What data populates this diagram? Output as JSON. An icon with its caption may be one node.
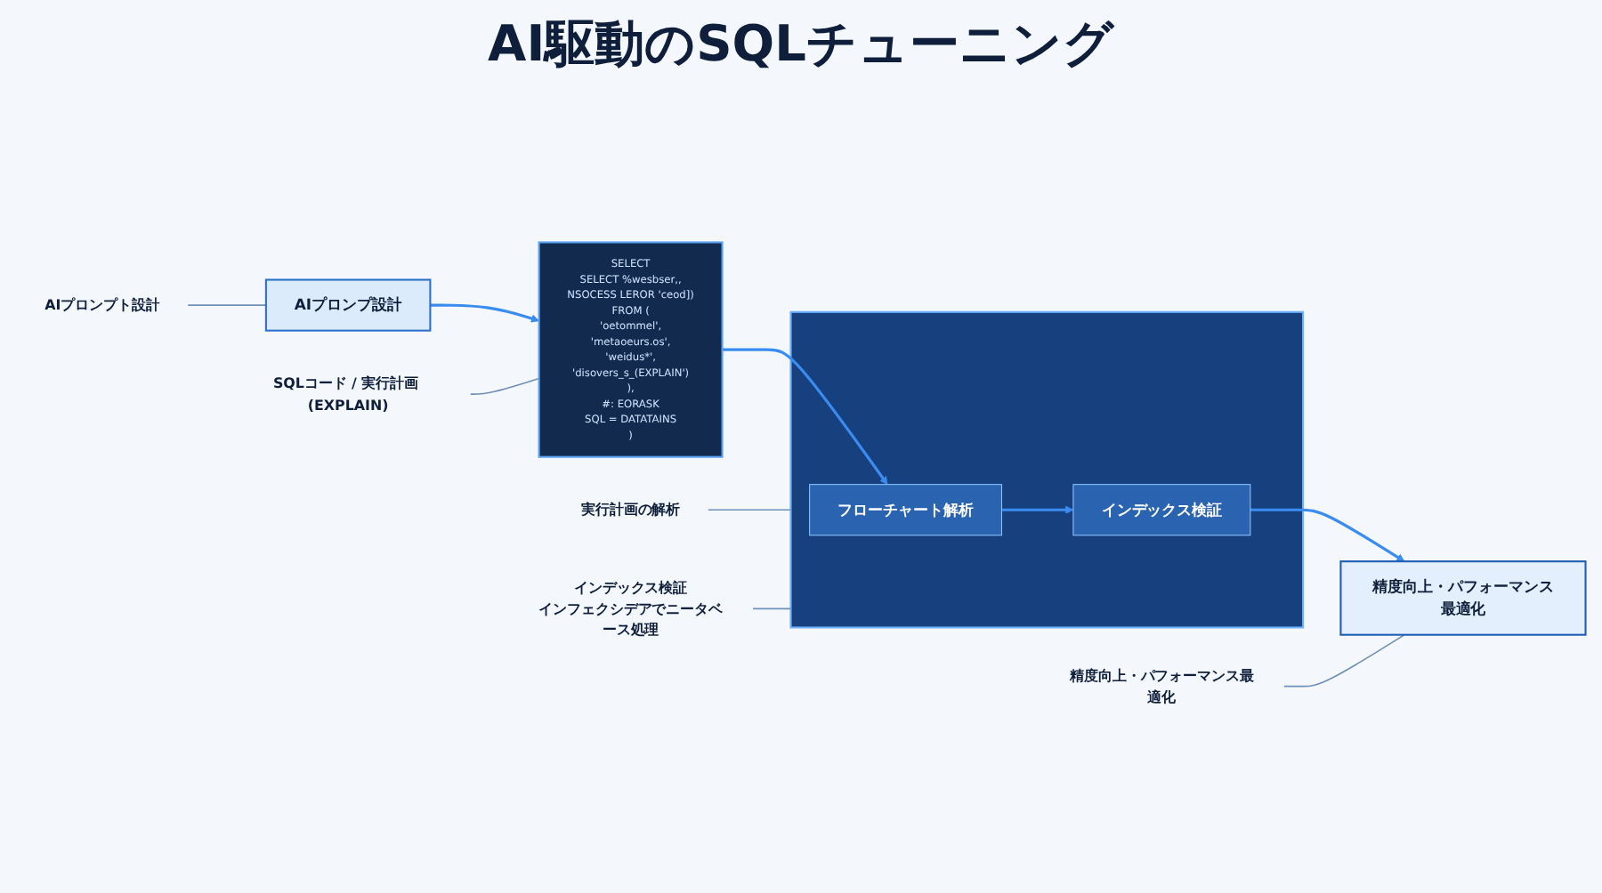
{
  "diagram": {
    "title": "AI駆動のSQLチューニング",
    "nodes": [
      {
        "text": [
          "AIプロンプト設計"
        ]
      },
      {
        "text": [
          "AIプロンプ設計"
        ]
      },
      {
        "text": [
          "SELECT",
          "SELECT %wesbser,,",
          "NSOCESS LEROR 'ceod])",
          "FROM (",
          "'oetommel',",
          "'metaoeurs.os',",
          "'weidus*',",
          "'disovers_s_(EXPLAIN')",
          "),",
          "#: EORASK",
          "SQL = DATATAINS",
          ")"
        ]
      },
      {
        "text": [
          "SQLコード / 実行計画 (EXPLAIN)"
        ]
      },
      {
        "text": [
          "実行計画の解析"
        ]
      },
      {
        "text": [],
        "shape": "box"
      },
      {
        "text": [
          "フローチャート解析"
        ],
        "in": 5
      },
      {
        "text": [
          "インデックス検証"
        ],
        "in": 5
      },
      {
        "text": [
          "インデックス検証",
          "インフェクシデアでニータベース処理"
        ]
      },
      {
        "text": [
          "精度向上・パフォーマンス最適化"
        ]
      },
      {
        "text": [
          "精度向上・パフォーマンス最適化"
        ]
      }
    ],
    "edges": [
      {
        "from": 0,
        "to": 1,
        "arrow": "none"
      },
      {
        "from": 1,
        "to": 2,
        "arrow": "to"
      },
      {
        "from": 3,
        "to": 2,
        "arrow": "none"
      },
      {
        "from": 4,
        "to": 5,
        "arrow": "none"
      },
      {
        "from": 2,
        "to": 6,
        "arrow": "to"
      },
      {
        "from": 6,
        "to": 7,
        "arrow": "to"
      },
      {
        "from": 7,
        "to": 10,
        "arrow": "to"
      },
      {
        "from": 8,
        "to": 5,
        "arrow": "none"
      },
      {
        "from": 9,
        "to": 10,
        "arrow": "none"
      }
    ]
  }
}
